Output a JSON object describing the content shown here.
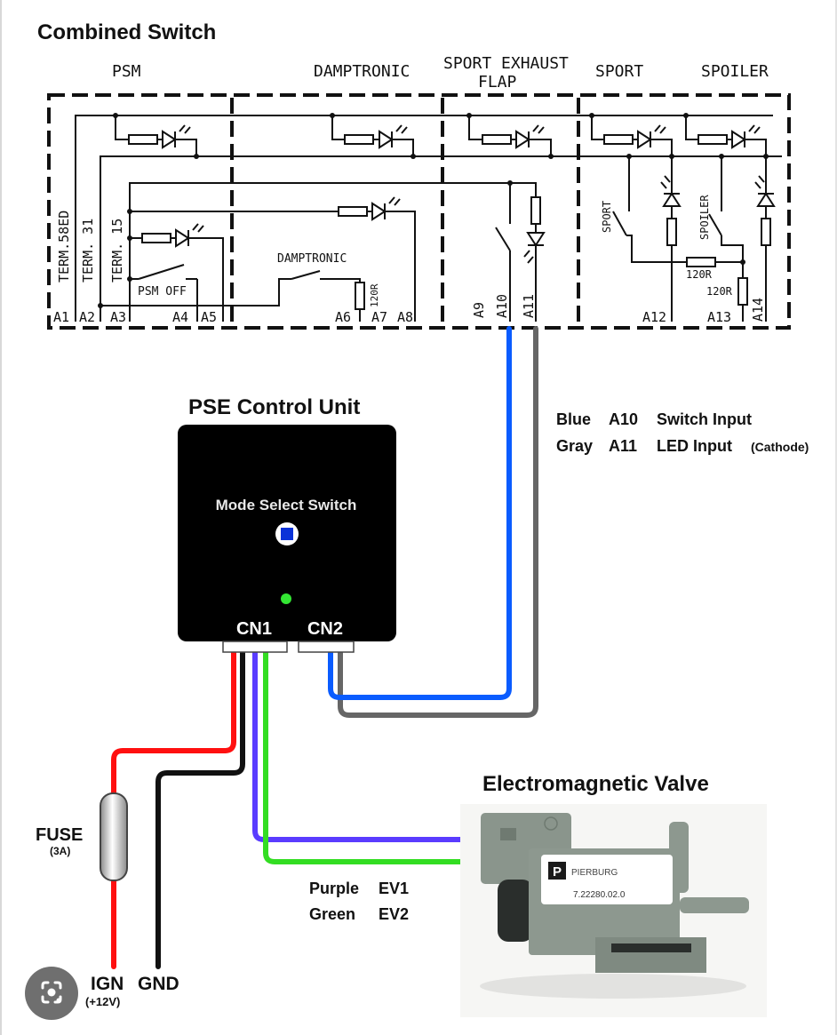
{
  "diagram": {
    "combined_switch": {
      "title": "Combined Switch",
      "sections": [
        "PSM",
        "DAMPTRONIC",
        "SPORT EXHAUST",
        "FLAP",
        "SPORT",
        "SPOILER"
      ],
      "terminals": [
        "TERM.58ED",
        "TERM. 31",
        "TERM. 15"
      ],
      "switch_labels": {
        "psm_off": "PSM OFF",
        "damptronic": "DAMPTRONIC",
        "sport": "SPORT",
        "spoiler": "SPOILER"
      },
      "resistor_labels": [
        "120R",
        "120R",
        "120R"
      ],
      "pins": [
        "A1",
        "A2",
        "A3",
        "A4",
        "A5",
        "A6",
        "A7",
        "A8",
        "A9",
        "A10",
        "A11",
        "A12",
        "A13",
        "A14"
      ]
    },
    "control_unit": {
      "title": "PSE Control Unit",
      "switch_label": "Mode Select Switch",
      "connectors": [
        "CN1",
        "CN2"
      ]
    },
    "cn2_legend": [
      {
        "color_name": "Blue",
        "pin": "A10",
        "function": "Switch Input",
        "note": ""
      },
      {
        "color_name": "Gray",
        "pin": "A11",
        "function": "LED Input",
        "note": "(Cathode)"
      }
    ],
    "fuse": {
      "label": "FUSE",
      "rating": "(3A)"
    },
    "power": {
      "ign": "IGN",
      "ign_voltage": "(+12V)",
      "gnd": "GND"
    },
    "valve": {
      "title": "Electromagnetic Valve",
      "brand": "PIERBURG",
      "part_number": "7.22280.02.0"
    },
    "cn1_legend": [
      {
        "color_name": "Purple",
        "signal": "EV1"
      },
      {
        "color_name": "Green",
        "signal": "EV2"
      }
    ],
    "wire_colors": {
      "red": "#ff1010",
      "black": "#111111",
      "purple": "#5a3cff",
      "green": "#33dd22",
      "blue": "#0a5cff",
      "gray": "#666666"
    }
  },
  "overlay": {
    "icon": "google-lens-icon"
  }
}
